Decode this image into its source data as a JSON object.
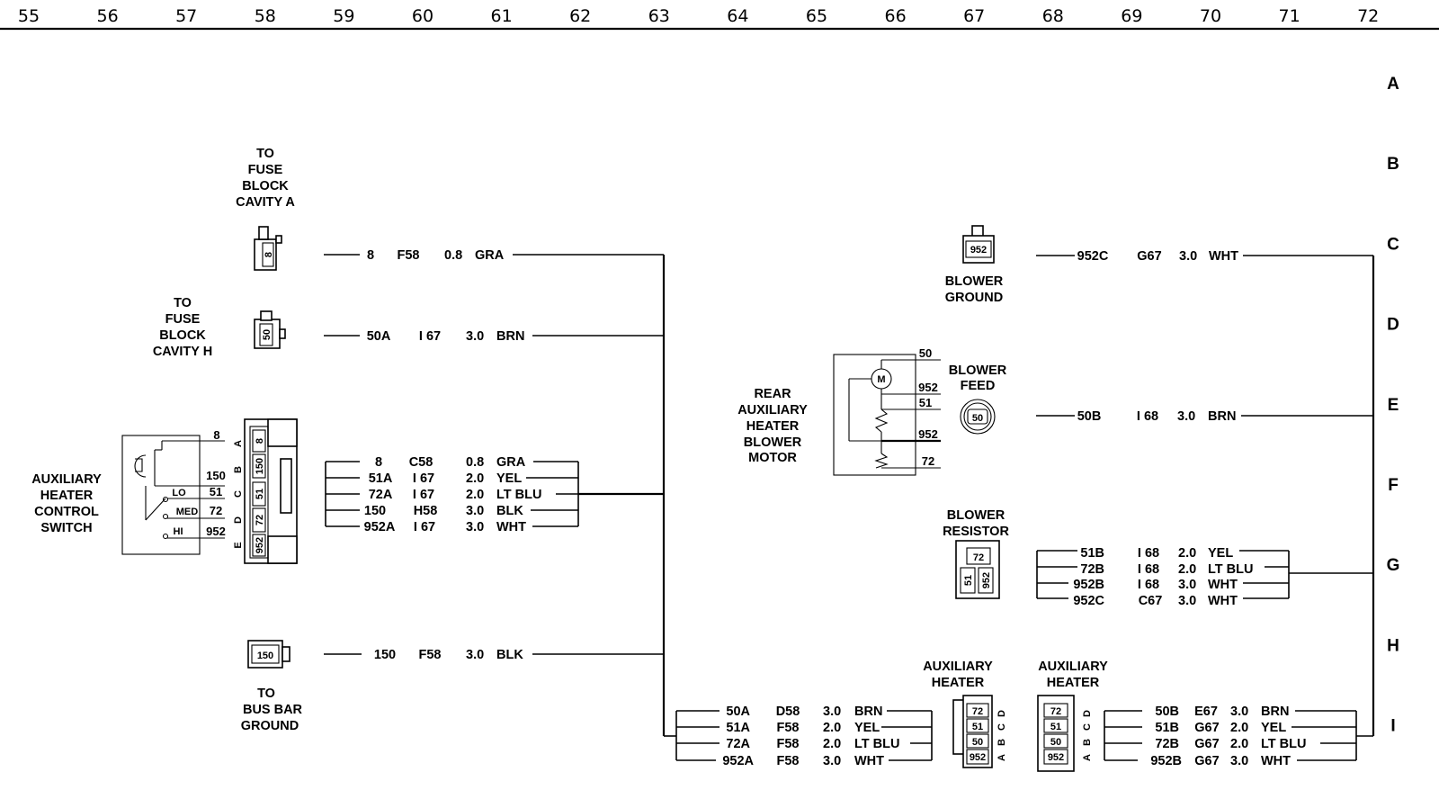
{
  "grid": {
    "columns": [
      "55",
      "56",
      "57",
      "58",
      "59",
      "60",
      "61",
      "62",
      "63",
      "64",
      "65",
      "66",
      "67",
      "68",
      "69",
      "70",
      "71",
      "72"
    ],
    "rows": [
      "A",
      "B",
      "C",
      "D",
      "E",
      "F",
      "G",
      "H",
      "I"
    ]
  },
  "components": {
    "fuse_cavity_a": {
      "title": [
        "TO",
        "FUSE",
        "BLOCK",
        "CAVITY A"
      ],
      "pin": "8"
    },
    "fuse_cavity_h": {
      "title": [
        "TO",
        "FUSE",
        "BLOCK",
        "CAVITY H"
      ],
      "pin": "50"
    },
    "control_switch": {
      "title": [
        "AUXILIARY",
        "HEATER",
        "CONTROL",
        "SWITCH"
      ],
      "positions": [
        "LO",
        "MED",
        "HI"
      ],
      "circuits": [
        "8",
        "150",
        "51",
        "72",
        "952"
      ],
      "connector_pins": [
        "8",
        "150",
        "51",
        "72",
        "952"
      ],
      "connector_letters": [
        "A",
        "B",
        "C",
        "D",
        "E"
      ]
    },
    "bus_bar": {
      "title": [
        "TO",
        "BUS BAR",
        "GROUND"
      ],
      "pin": "150"
    },
    "blower_ground": {
      "title": [
        "BLOWER",
        "GROUND"
      ],
      "pin": "952"
    },
    "blower_motor": {
      "title": [
        "REAR",
        "AUXILIARY",
        "HEATER",
        "BLOWER",
        "MOTOR"
      ],
      "motor_symbol": "M",
      "pins": [
        "50",
        "952",
        "51",
        "952",
        "72"
      ]
    },
    "blower_feed": {
      "title": [
        "BLOWER",
        "FEED"
      ],
      "pin": "50"
    },
    "blower_resistor": {
      "title": [
        "BLOWER",
        "RESISTOR"
      ],
      "pins": [
        "72",
        "51",
        "952"
      ]
    },
    "aux_heater_1": {
      "title": [
        "AUXILIARY",
        "HEATER"
      ],
      "pins": [
        "72",
        "51",
        "50",
        "952"
      ],
      "letters": [
        "D",
        "C",
        "B",
        "A"
      ]
    },
    "aux_heater_2": {
      "title": [
        "AUXILIARY",
        "HEATER"
      ],
      "pins": [
        "72",
        "51",
        "50",
        "952"
      ],
      "letters": [
        "D",
        "C",
        "B",
        "A"
      ]
    }
  },
  "wires": {
    "w_8_f58": {
      "circuit": "8",
      "loc": "F58",
      "gauge": "0.8",
      "color": "GRA"
    },
    "w_50a_i67": {
      "circuit": "50A",
      "loc": "I 67",
      "gauge": "3.0",
      "color": "BRN"
    },
    "w_8_c58": {
      "circuit": "8",
      "loc": "C58",
      "gauge": "0.8",
      "color": "GRA"
    },
    "w_51a_i67": {
      "circuit": "51A",
      "loc": "I 67",
      "gauge": "2.0",
      "color": "YEL"
    },
    "w_72a_i67": {
      "circuit": "72A",
      "loc": "I 67",
      "gauge": "2.0",
      "color": "LT BLU"
    },
    "w_150_h58": {
      "circuit": "150",
      "loc": "H58",
      "gauge": "3.0",
      "color": "BLK"
    },
    "w_952a_i67": {
      "circuit": "952A",
      "loc": "I 67",
      "gauge": "3.0",
      "color": "WHT"
    },
    "w_150_f58": {
      "circuit": "150",
      "loc": "F58",
      "gauge": "3.0",
      "color": "BLK"
    },
    "w_952c_g67": {
      "circuit": "952C",
      "loc": "G67",
      "gauge": "3.0",
      "color": "WHT"
    },
    "w_50b_i68": {
      "circuit": "50B",
      "loc": "I 68",
      "gauge": "3.0",
      "color": "BRN"
    },
    "w_51b_i68": {
      "circuit": "51B",
      "loc": "I 68",
      "gauge": "2.0",
      "color": "YEL"
    },
    "w_72b_i68": {
      "circuit": "72B",
      "loc": "I 68",
      "gauge": "2.0",
      "color": "LT BLU"
    },
    "w_952b_i68": {
      "circuit": "952B",
      "loc": "I 68",
      "gauge": "3.0",
      "color": "WHT"
    },
    "w_952c_c67": {
      "circuit": "952C",
      "loc": "C67",
      "gauge": "3.0",
      "color": "WHT"
    },
    "w_50a_d58": {
      "circuit": "50A",
      "loc": "D58",
      "gauge": "3.0",
      "color": "BRN"
    },
    "w_51a_f58": {
      "circuit": "51A",
      "loc": "F58",
      "gauge": "2.0",
      "color": "YEL"
    },
    "w_72a_f58": {
      "circuit": "72A",
      "loc": "F58",
      "gauge": "2.0",
      "color": "LT BLU"
    },
    "w_952a_f58": {
      "circuit": "952A",
      "loc": "F58",
      "gauge": "3.0",
      "color": "WHT"
    },
    "w_50b_e67": {
      "circuit": "50B",
      "loc": "E67",
      "gauge": "3.0",
      "color": "BRN"
    },
    "w_51b_g67": {
      "circuit": "51B",
      "loc": "G67",
      "gauge": "2.0",
      "color": "YEL"
    },
    "w_72b_g67": {
      "circuit": "72B",
      "loc": "G67",
      "gauge": "2.0",
      "color": "LT BLU"
    },
    "w_952b_g67": {
      "circuit": "952B",
      "loc": "G67",
      "gauge": "3.0",
      "color": "WHT"
    }
  }
}
